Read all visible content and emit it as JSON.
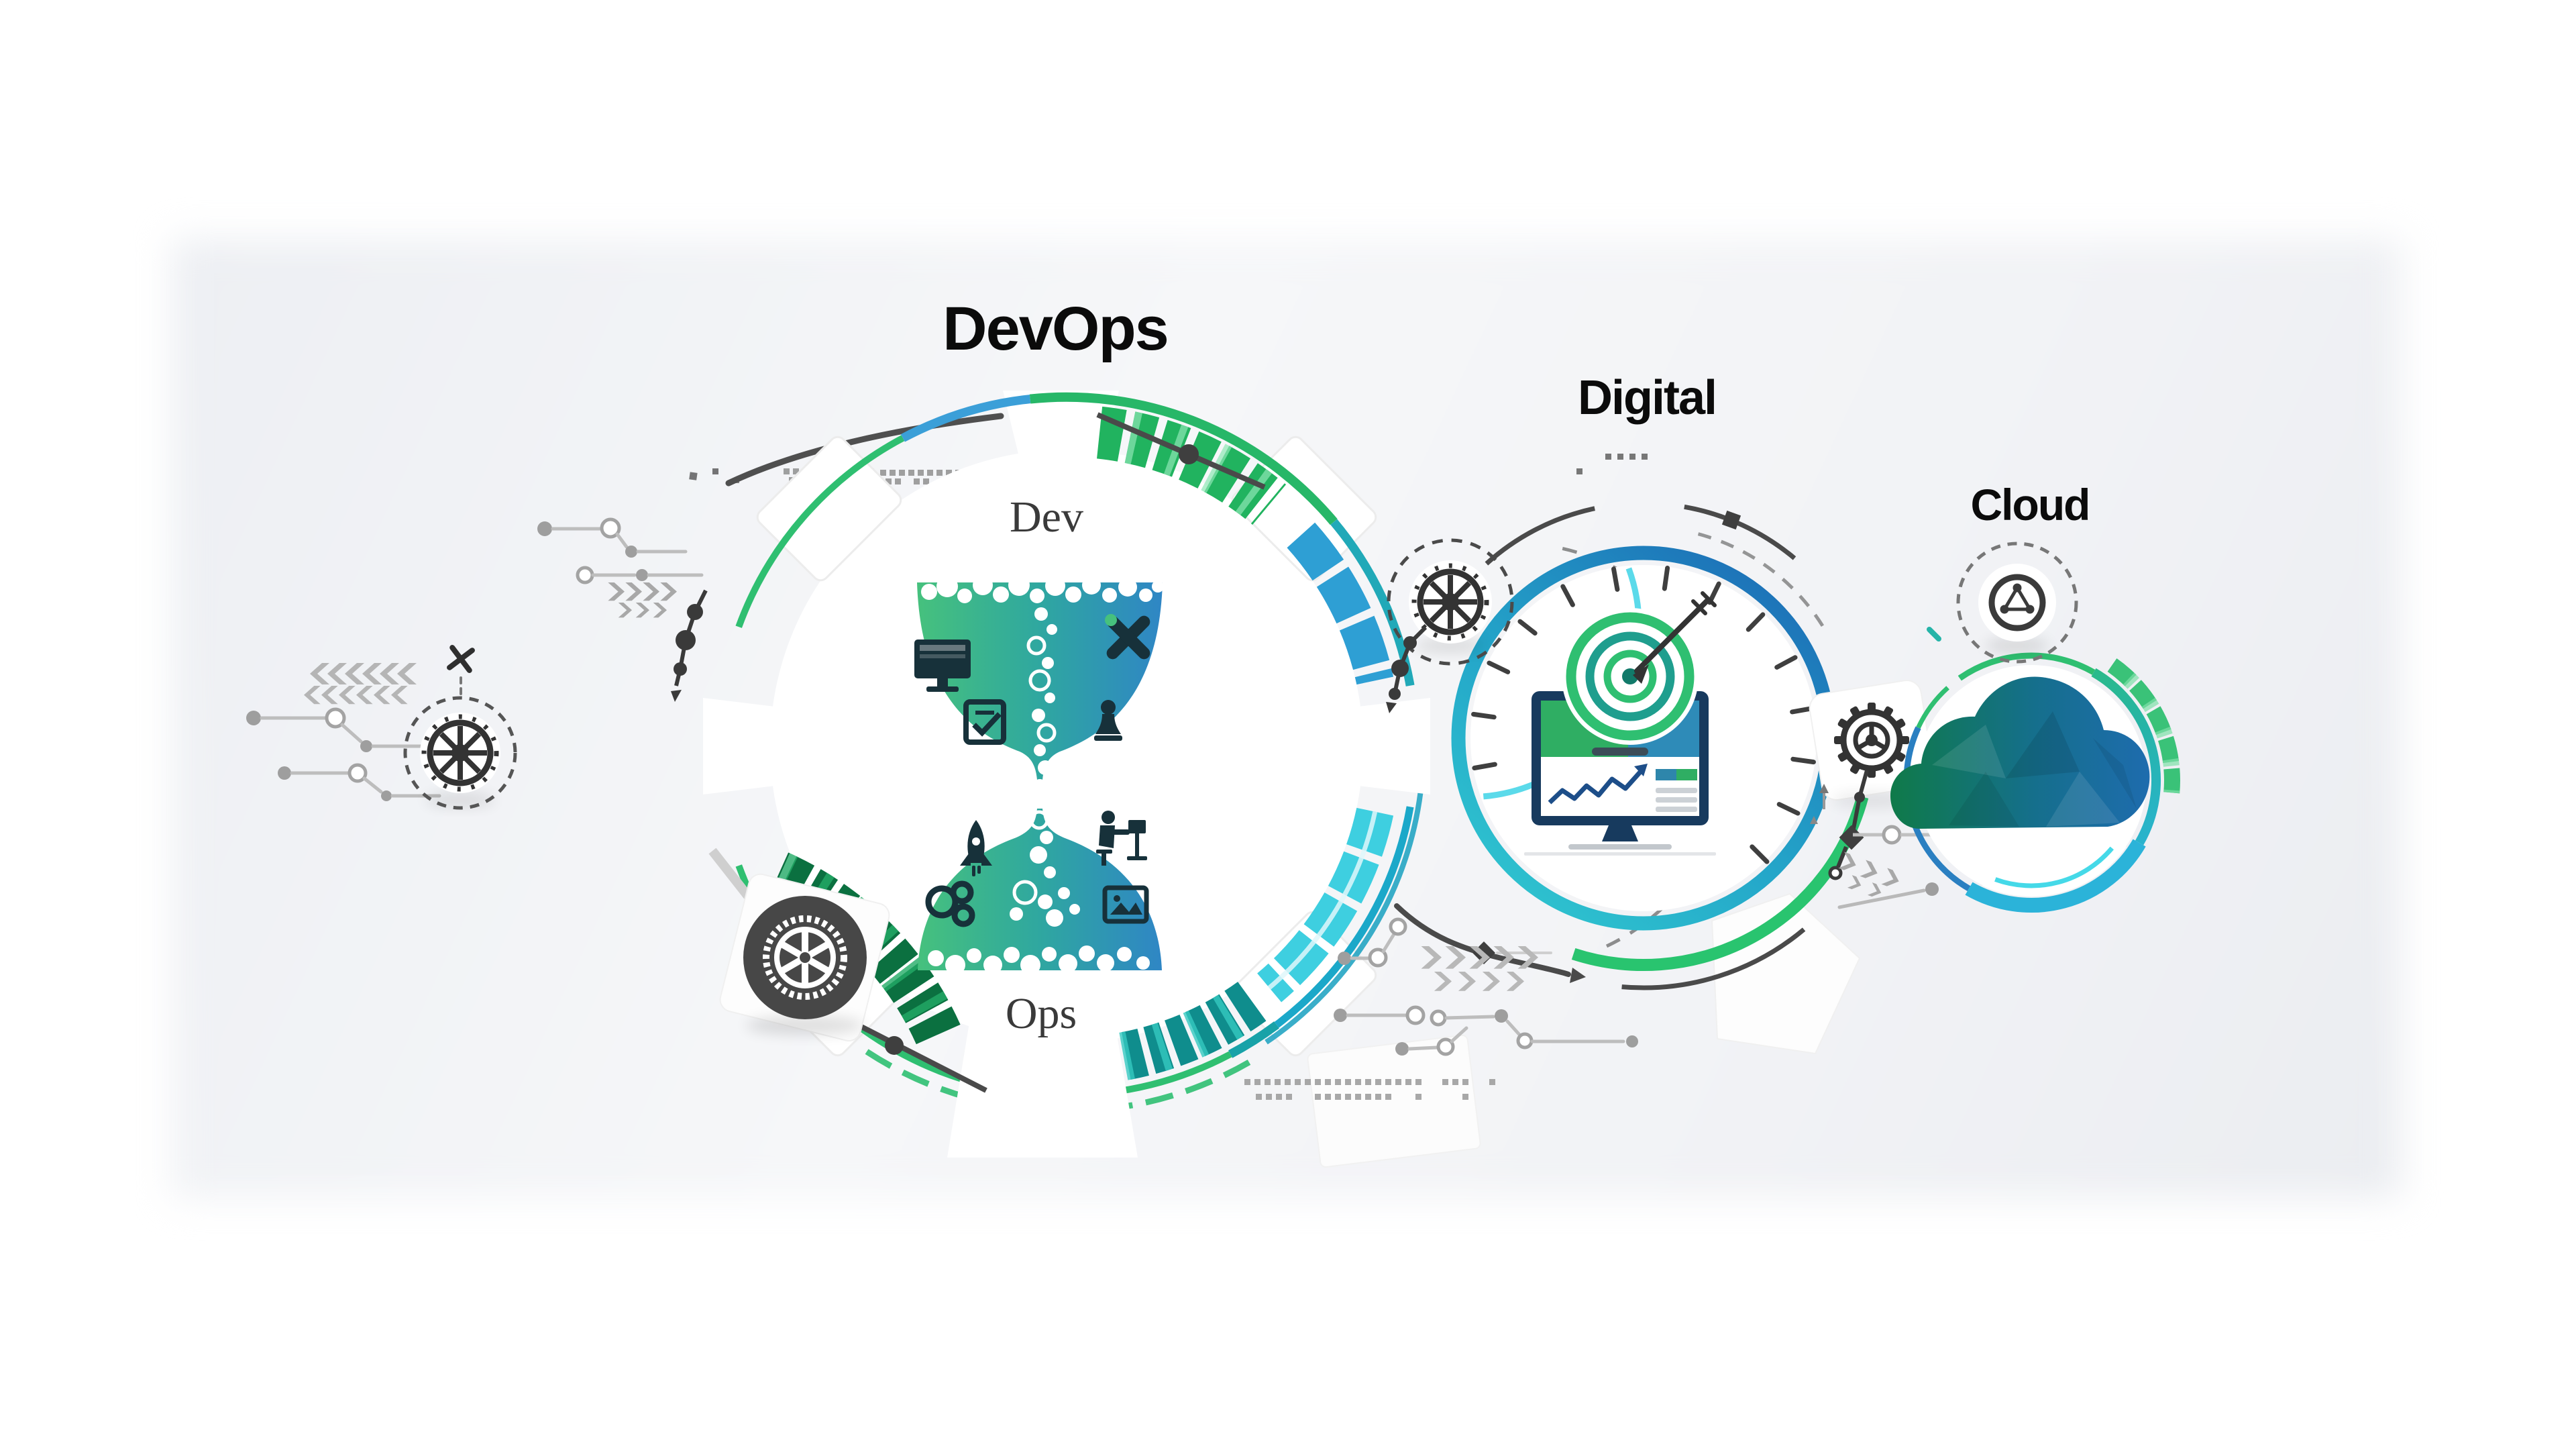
{
  "titles": {
    "devops": "DevOps",
    "digital": "Digital",
    "cloud": "Cloud"
  },
  "devops": {
    "inner_top_label": "Dev",
    "inner_bottom_label": "Ops",
    "top_bowl_icons": [
      "monitor",
      "crossed-tools",
      "checklist",
      "chess-pawn"
    ],
    "bottom_bowl_icons": [
      "rocket",
      "workstation",
      "gear-cluster",
      "image"
    ],
    "badges": [
      "solid-gear",
      "spoked-wheel"
    ]
  },
  "digital": {
    "elements": [
      "target-bullseye",
      "dart-arrow",
      "speedometer-ticks",
      "monitor-line-chart",
      "spoked-wheel-badge",
      "outline-gear-badge"
    ]
  },
  "cloud": {
    "elements": [
      "low-poly-cloud",
      "node-triangle-badge",
      "gradient-ring"
    ]
  },
  "palette": {
    "green": "#2fbf71",
    "dark_green": "#0b7040",
    "teal": "#25b4a8",
    "cyan": "#3ecfe0",
    "blue": "#2e86c1",
    "sky_blue": "#3b9fd8",
    "navy": "#173a5e",
    "charcoal": "#3d3d3d",
    "gray": "#9e9e9e",
    "light_gray": "#c7c7c7",
    "panel": "#f0f1f5"
  }
}
